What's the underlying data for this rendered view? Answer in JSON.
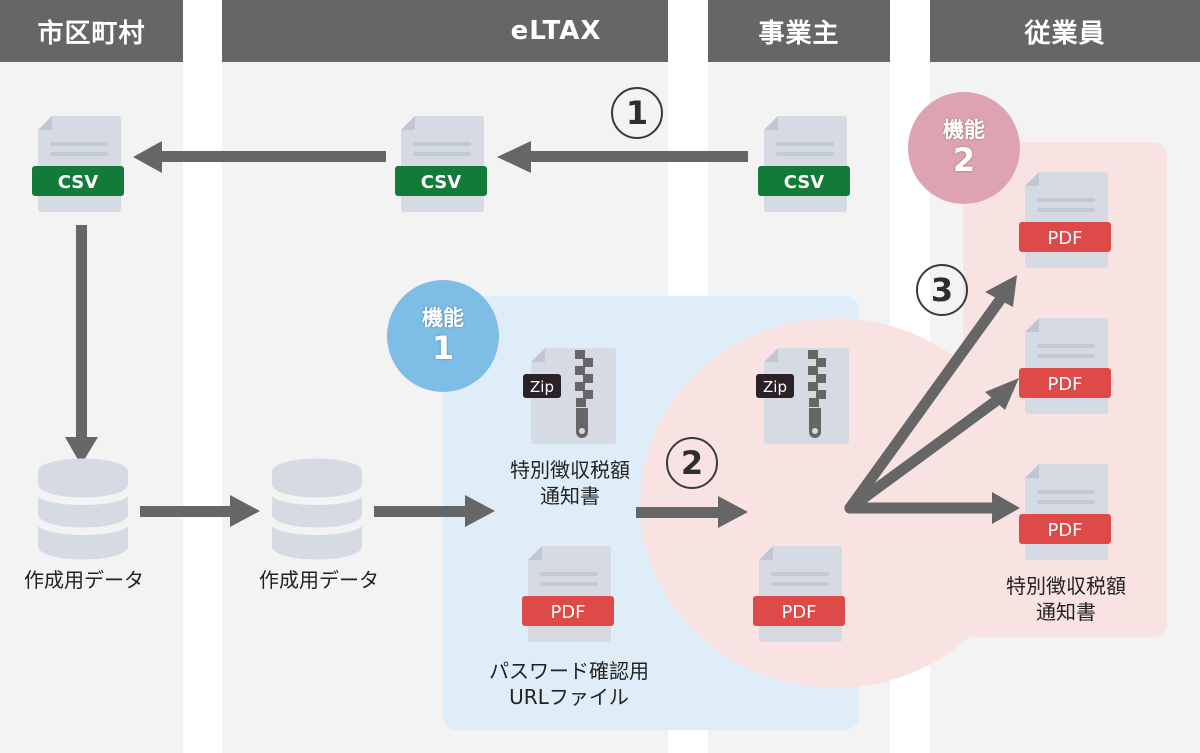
{
  "lanes": [
    {
      "id": "municipality",
      "title": "市区町村"
    },
    {
      "id": "eltax",
      "title": "eLTAX"
    },
    {
      "id": "business",
      "title": "事業主"
    },
    {
      "id": "employee",
      "title": "従業員"
    }
  ],
  "file_labels": {
    "csv": "CSV",
    "pdf": "PDF",
    "zip": "Zip"
  },
  "colors": {
    "lane_header": "#666666",
    "lane_bg": "#f3f3f3",
    "csv_badge": "#137b38",
    "pdf_badge": "#dd4a47",
    "zip_badge": "#2b2228",
    "feature1": "#7dbde6",
    "feature2": "#dea3b0",
    "panel_blue": "#dfedf8",
    "panel_pink": "#f8e3e2",
    "arrow": "#666666"
  },
  "features": [
    {
      "label": "機能",
      "number": "1"
    },
    {
      "label": "機能",
      "number": "2"
    }
  ],
  "steps": [
    "1",
    "2",
    "3"
  ],
  "captions": {
    "creation_data_municipality": "作成用データ",
    "creation_data_eltax": "作成用データ",
    "notice_zip": [
      "特別徴収税額",
      "通知書"
    ],
    "password_url": [
      "パスワード確認用",
      "URLファイル"
    ],
    "notice_employee": [
      "特別徴収税額",
      "通知書"
    ]
  }
}
